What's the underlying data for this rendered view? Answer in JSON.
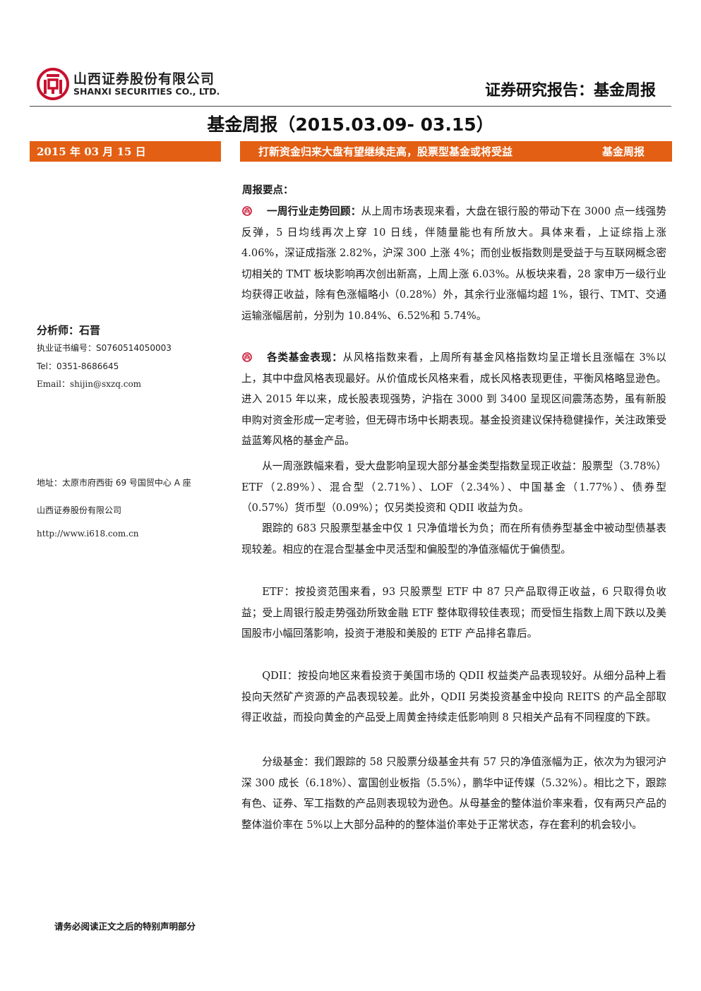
{
  "header": {
    "company_cn": "山西证券股份有限公司",
    "company_en": "SHANXI SECURITIES CO., LTD.",
    "report_type": "证券研究报告：基金周报",
    "main_title": "基金周报（2015.03.09- 03.15）"
  },
  "date_bar": {
    "date": "2015 年 03 月 15 日"
  },
  "headline_bar": {
    "headline": "打新资金归来大盘有望继续走高，股票型基金或将受益",
    "tag": "基金周报"
  },
  "left_column": {
    "analyst_label": "分析师：石晋",
    "certificate": "执业证书编号：S0760514050003",
    "tel": "Tel：0351-8686645",
    "email": "Email：shijin@sxzq.com",
    "address": "地址：太原市府西街 69 号国贸中心 A 座",
    "company": "山西证券股份有限公司",
    "website": "http://www.i618.com.cn"
  },
  "body": {
    "key_points_heading": "周报要点：",
    "bullet1_title": "一周行业走势回顾：",
    "bullet1_text": "从上周市场表现来看，大盘在银行股的带动下在 3000 点一线强势反弹，5 日均线再次上穿 10 日线，伴随量能也有所放大。具体来看，上证综指上涨 4.06%，深证成指涨 2.82%，沪深 300 上涨 4%；而创业板指数则是受益于与互联网概念密切相关的 TMT 板块影响再次创出新高，上周上涨 6.03%。从板块来看，28 家申万一级行业均获得正收益，除有色涨幅略小（0.28%）外，其余行业涨幅均超 1%，银行、TMT、交通运输涨幅居前，分别为 10.84%、6.52%和 5.74%。",
    "bullet2_title": "各类基金表现：",
    "bullet2_text": "从风格指数来看，上周所有基金风格指数均呈正增长且涨幅在 3%以上，其中中盘风格表现最好。从价值成长风格来看，成长风格表现更佳，平衡风格略显逊色。进入 2015 年以来，成长股表现强势，沪指在 3000 到 3400 呈现区间震荡态势，虽有新股申购对资金形成一定考验，但无碍市场中长期表现。基金投资建议保持稳健操作，关注政策受益蓝筹风格的基金产品。",
    "para3": "从一周涨跌幅来看，受大盘影响呈现大部分基金类型指数呈现正收益：股票型（3.78%）ETF（2.89%）、混合型（2.71%）、LOF（2.34%）、中国基金（1.77%）、债券型（0.57%）货币型（0.09%）；仅另类投资和 QDII 收益为负。",
    "para4": "跟踪的 683 只股票型基金中仅 1 只净值增长为负；而在所有债券型基金中被动型债基表现较差。相应的在混合型基金中灵活型和偏股型的净值涨幅优于偏债型。",
    "para5": "ETF：按投资范围来看，93 只股票型 ETF 中 87 只产品取得正收益，6 只取得负收益；受上周银行股走势强劲所致金融 ETF 整体取得较佳表现；而受恒生指数上周下跌以及美国股市小幅回落影响，投资于港股和美股的 ETF 产品排名靠后。",
    "para6": "QDII：按投向地区来看投资于美国市场的 QDII 权益类产品表现较好。从细分品种上看投向天然矿产资源的产品表现较差。此外，QDII 另类投资基金中投向 REITS 的产品全部取得正收益，而投向黄金的产品受上周黄金持续走低影响则 8 只相关产品有不同程度的下跌。",
    "para7": "分级基金：我们跟踪的 58 只股票分级基金共有 57 只的净值涨幅为正，依次为为银河沪深 300 成长（6.18%）、富国创业板指（5.5%），鹏华中证传媒（5.32%）。相比之下，跟踪有色、证券、军工指数的产品则表现较为逊色。从母基金的整体溢价率来看，仅有两只产品的整体溢价率在 5%以上大部分品种的的整体溢价率处于正常状态，存在套利的机会较小。"
  },
  "footer": {
    "note": "请务必阅读正文之后的特别声明部分"
  },
  "colors": {
    "accent": "#e35f13",
    "logo_red": "#c8102e"
  },
  "icons": {
    "logo": "company-logo-icon",
    "bullet": "bullet-emblem-icon"
  }
}
